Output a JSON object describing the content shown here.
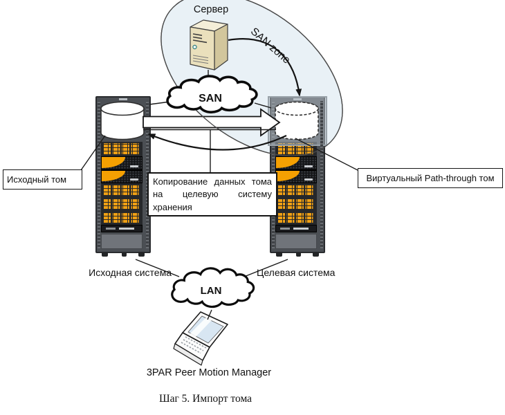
{
  "diagram": {
    "caption": "Шаг 5. Импорт тома",
    "server_label": "Сервер",
    "san_zone_label": "SAN zone",
    "san_label": "SAN",
    "lan_label": "LAN",
    "source_volume_label": "Исходный том",
    "virtual_volume_label": "Виртуальный Path-through том",
    "copy_annotation": "Копирование данных тома на целевую систему хранения",
    "source_system_label": "Исходная система",
    "target_system_label": "Целевая система",
    "manager_label": "3PAR Peer Motion Manager",
    "colors": {
      "san_zone_fill": "#e9f1f6",
      "drive_orange": "#f0a014",
      "controller_orange": "#f5a002",
      "rack_frame": "#4b4f54",
      "server_beige": "#eae0bc",
      "laptop_screen": "#d8e6f2"
    }
  }
}
